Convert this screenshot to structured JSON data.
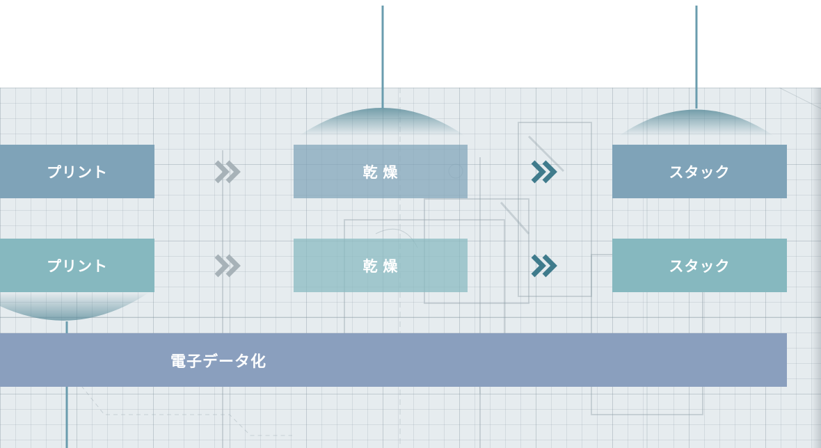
{
  "row1": {
    "print_label": "プリント",
    "dry_label": "乾 燥",
    "stack_label": "スタック"
  },
  "row2": {
    "print_label": "プリント",
    "dry_label": "乾 燥",
    "stack_label": "スタック"
  },
  "digital_label": "電子データ化",
  "colors": {
    "row1_box": "#7fa3b8",
    "row2_box": "#86b8bf",
    "digital_box": "#8a9fbe",
    "connector_line": "#6a9cae",
    "chevron_light": "#a7b2b8",
    "chevron_dark": "#3f7b8c"
  },
  "icons": {
    "arrow": "double-chevron-right-icon"
  }
}
